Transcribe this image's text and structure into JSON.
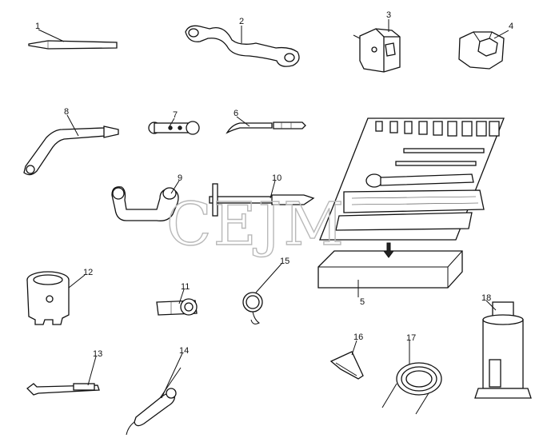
{
  "diagram": {
    "watermark": "СЕЈМ",
    "callouts": [
      "1",
      "2",
      "3",
      "4",
      "5",
      "6",
      "7",
      "8",
      "9",
      "10",
      "11",
      "12",
      "13",
      "14",
      "15",
      "16",
      "17",
      "18"
    ]
  }
}
